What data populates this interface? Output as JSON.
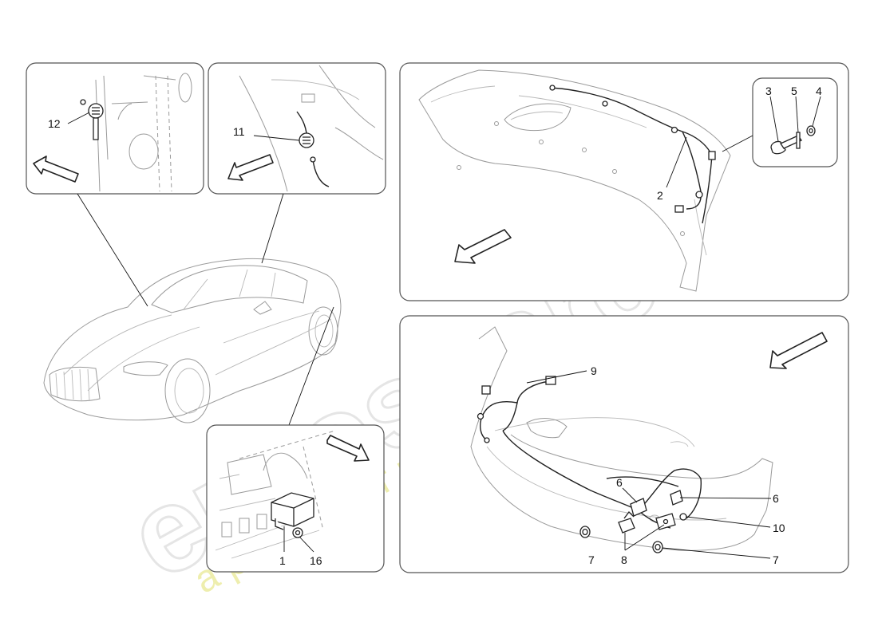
{
  "watermark": {
    "brand": "eurospares",
    "tagline": "a passion for parts since 1985"
  },
  "callouts": {
    "c1": "1",
    "c2": "2",
    "c3": "3",
    "c4": "4",
    "c5": "5",
    "c6a": "6",
    "c6b": "6",
    "c7a": "7",
    "c7b": "7",
    "c8": "8",
    "c9": "9",
    "c10": "10",
    "c11": "11",
    "c12": "12",
    "c16": "16"
  },
  "colors": {
    "frame": "#555555",
    "line_art": "#9a9a9a",
    "watermark_brand": "#c6c6c6",
    "watermark_tagline": "#e4e47a"
  }
}
